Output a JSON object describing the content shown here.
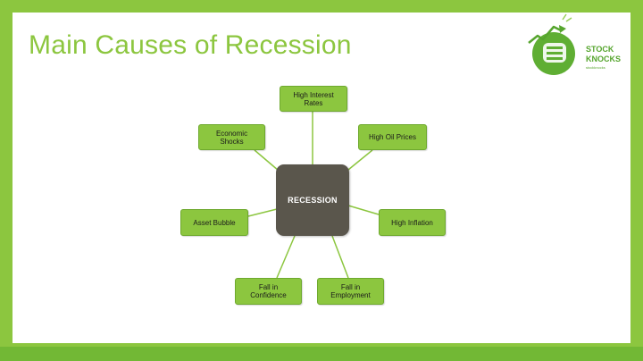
{
  "slide": {
    "title": "Main Causes of Recession",
    "colors": {
      "accent": "#8cc63f",
      "frame": "#8cc63f",
      "center_box": "#5a564c",
      "logo": "#56a52e"
    }
  },
  "logo": {
    "icon": "fist-with-rising-arrow-icon",
    "line1": "STOCK",
    "line2": "KNOCKS",
    "tagline": "stockknocks"
  },
  "diagram": {
    "center": "RECESSION",
    "causes": [
      {
        "key": "high_interest_rates",
        "label": "High Interest\nRates"
      },
      {
        "key": "high_oil_prices",
        "label": "High Oil Prices"
      },
      {
        "key": "high_inflation",
        "label": "High Inflation"
      },
      {
        "key": "fall_in_employment",
        "label": "Fall in\nEmployment"
      },
      {
        "key": "fall_in_confidence",
        "label": "Fall in\nConfidence"
      },
      {
        "key": "asset_bubble",
        "label": "Asset Bubble"
      },
      {
        "key": "economic_shocks",
        "label": "Economic\nShocks"
      }
    ]
  }
}
